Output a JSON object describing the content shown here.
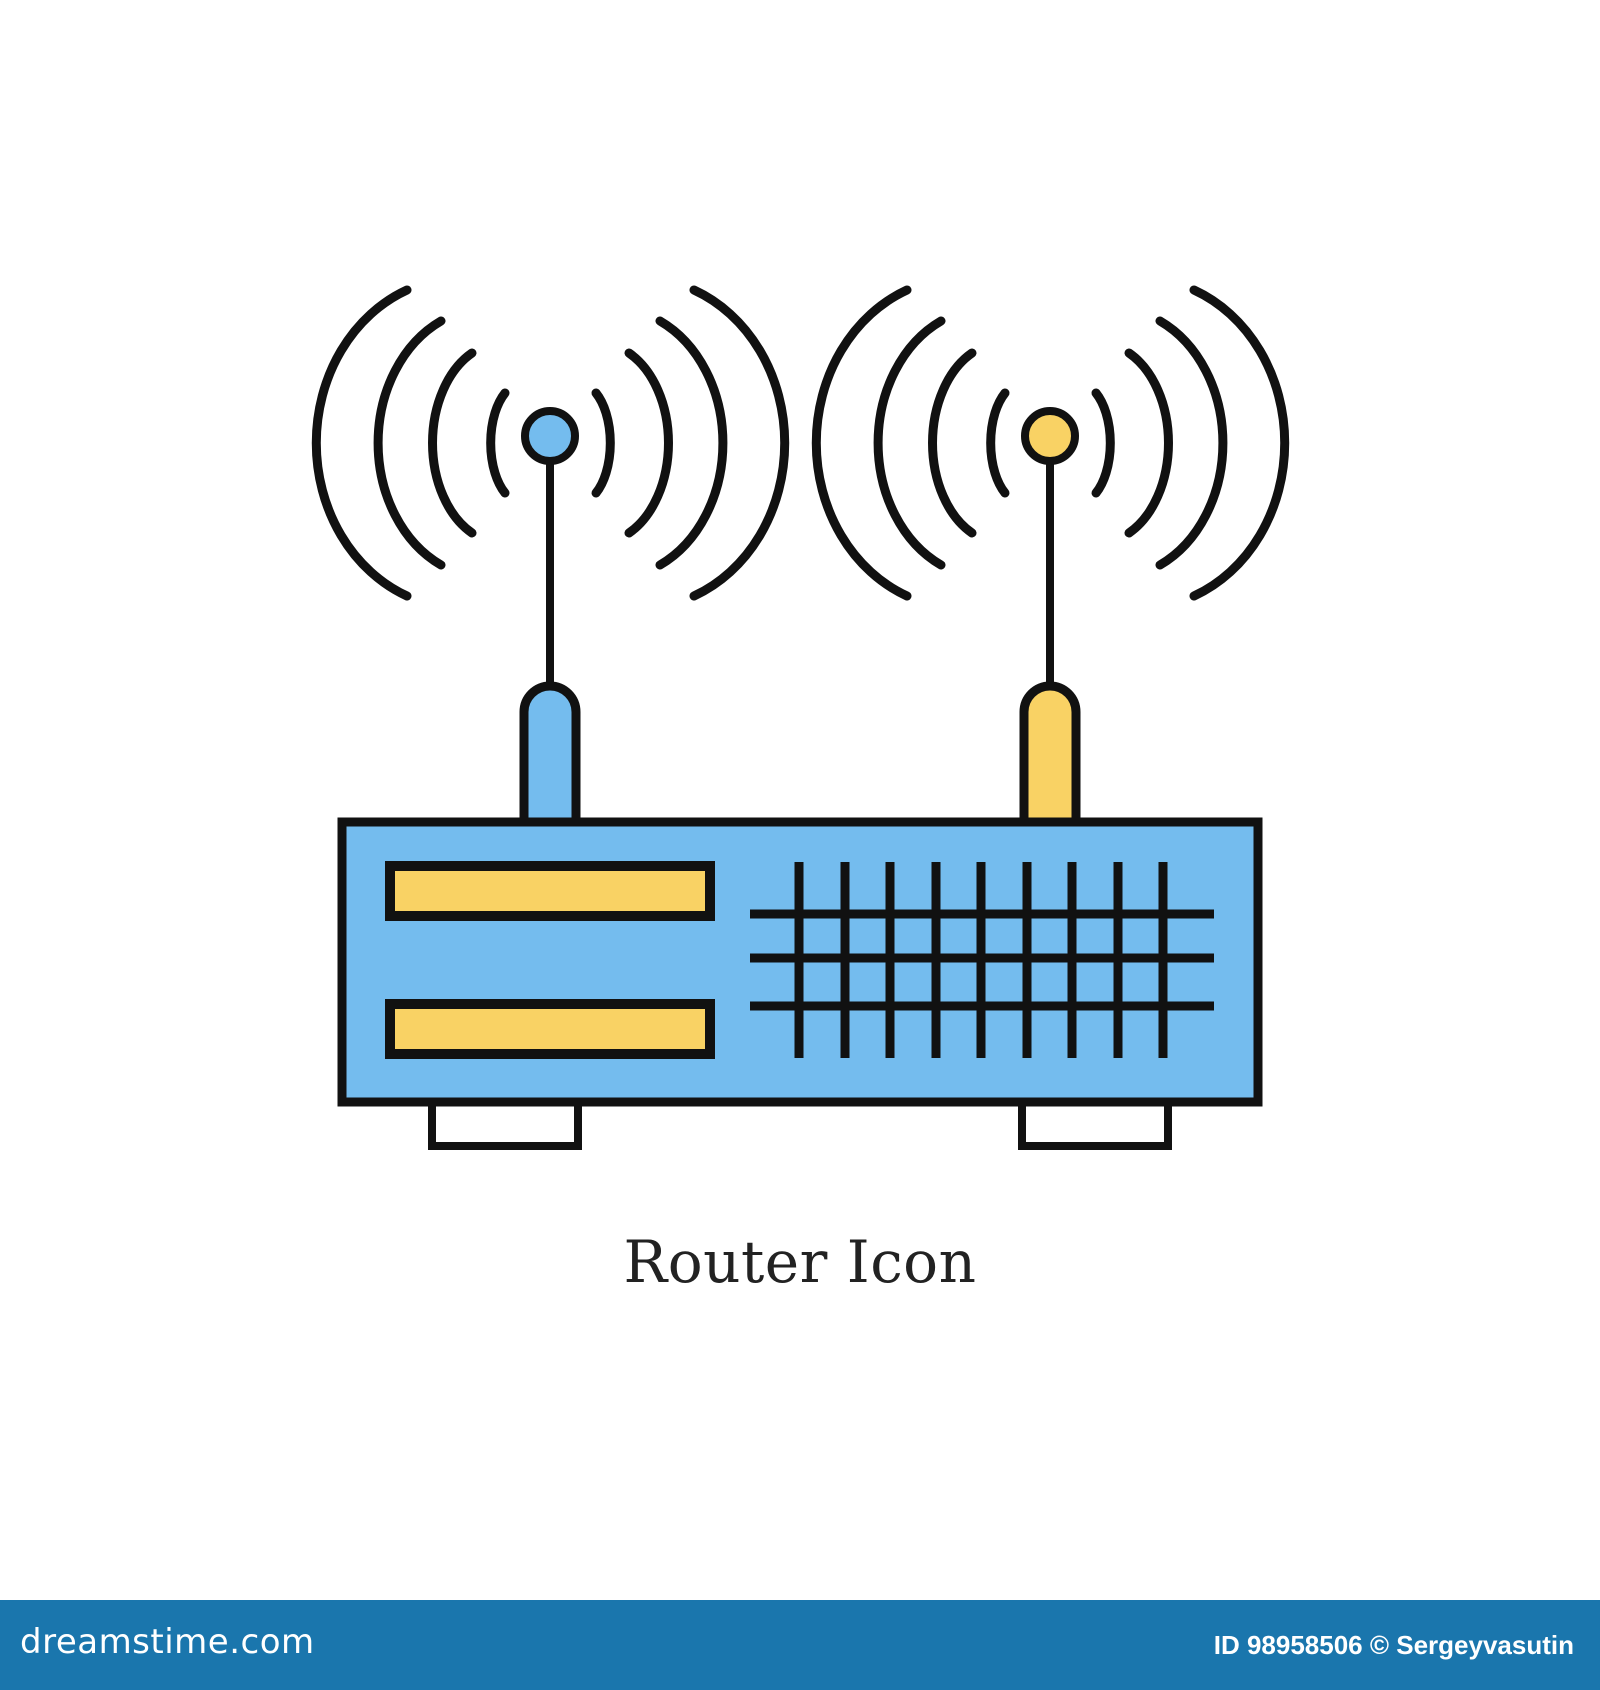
{
  "caption": "Router Icon",
  "footer": {
    "logo_text": "dreamstime.com",
    "credit_text": "ID 98958506 © Sergeyvasutin"
  },
  "icon": {
    "name": "router-icon",
    "colors": {
      "body": "#74bcee",
      "accent_yellow": "#f9d264",
      "antenna_left": "#74bcee",
      "antenna_right": "#f9d264",
      "stroke": "#111111"
    }
  },
  "colors": {
    "background": "#ffffff",
    "footer_bar": "#1a76ad",
    "caption_text": "#222222"
  }
}
